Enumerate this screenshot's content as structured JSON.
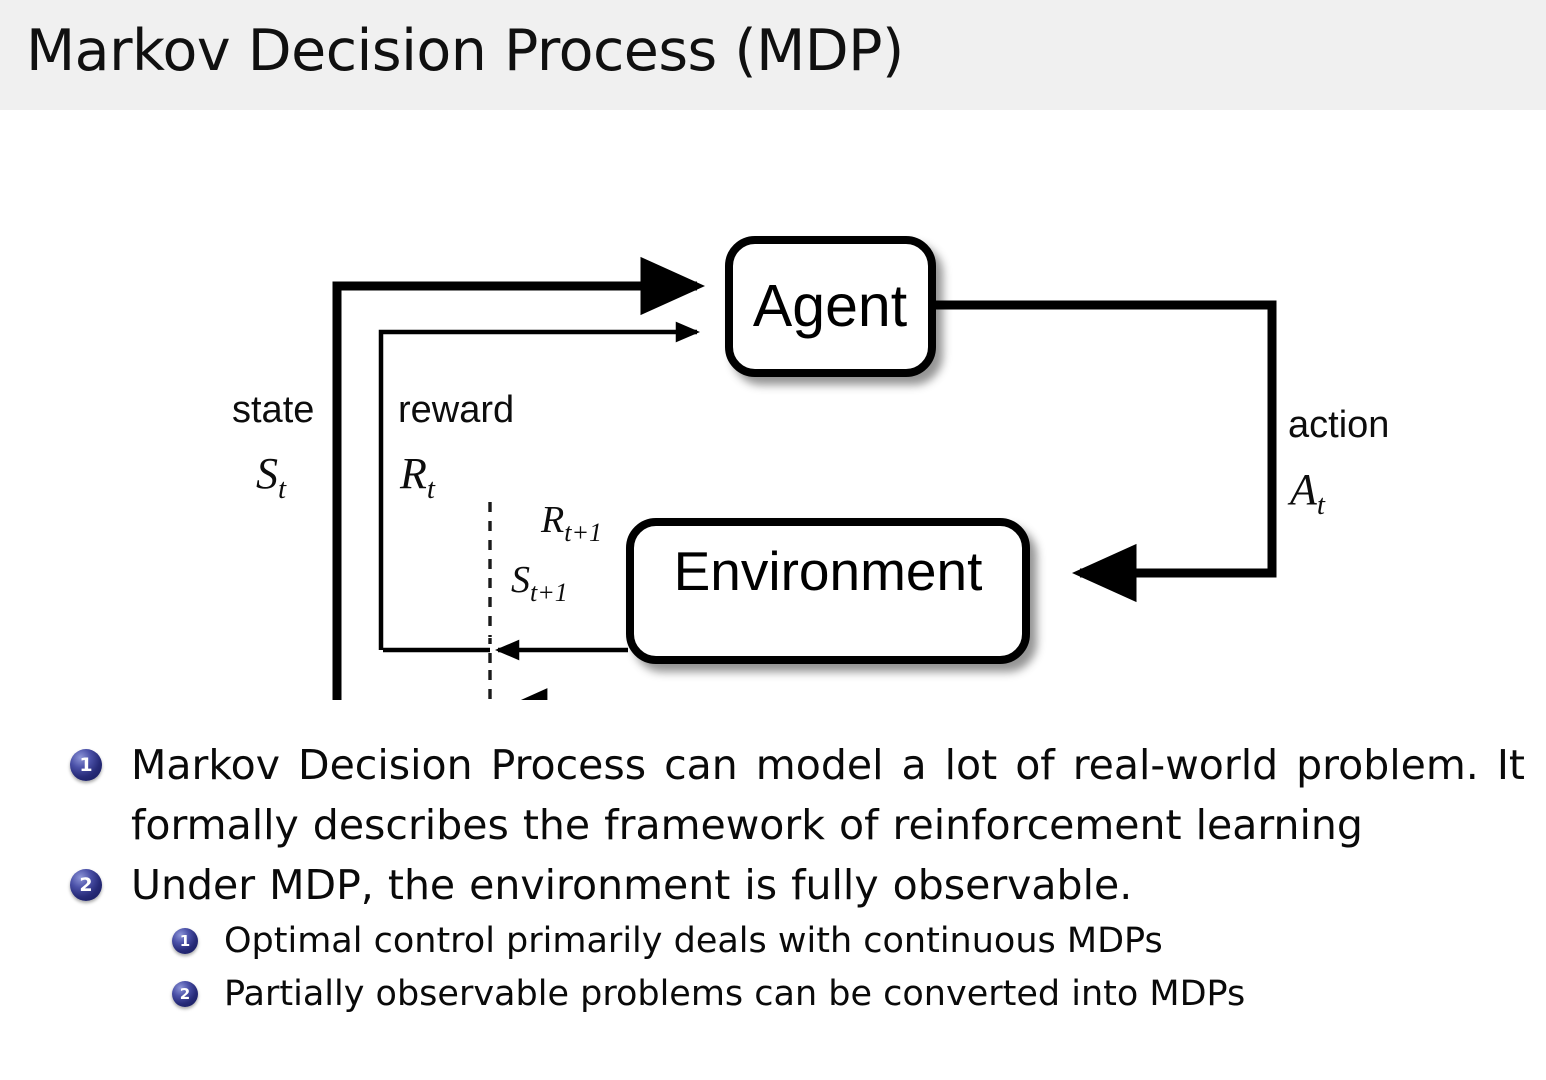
{
  "slide": {
    "title": "Markov Decision Process (MDP)",
    "header_bg": "#f0f0f0",
    "body_bg": "#ffffff"
  },
  "diagram": {
    "name": "agent-environment-interaction-loop",
    "nodes": {
      "agent": "Agent",
      "environment": "Environment"
    },
    "edge_labels": {
      "state_word": "state",
      "state_symbol": "Sₜ",
      "reward_word": "reward",
      "reward_symbol": "Rₜ",
      "action_word": "action",
      "action_symbol": "Aₜ",
      "reward_next": "R",
      "reward_next_sub": "t+1",
      "state_next": "S",
      "state_next_sub": "t+1",
      "state_symbol_base": "S",
      "state_symbol_sub": "t",
      "reward_symbol_base": "R",
      "reward_symbol_sub": "t",
      "action_symbol_base": "A",
      "action_symbol_sub": "t"
    },
    "stroke_color": "#000000"
  },
  "bullets": {
    "accent": "#262a77",
    "items": [
      {
        "marker": "1",
        "level": 1,
        "text": "Markov Decision Process can model a lot of real-world problem. It formally describes the framework of reinforcement learning"
      },
      {
        "marker": "2",
        "level": 1,
        "text": "Under MDP, the environment is fully observable."
      },
      {
        "marker": "1",
        "level": 2,
        "text": "Optimal control primarily deals with continuous MDPs"
      },
      {
        "marker": "2",
        "level": 2,
        "text": "Partially observable problems can be converted into MDPs"
      }
    ]
  }
}
